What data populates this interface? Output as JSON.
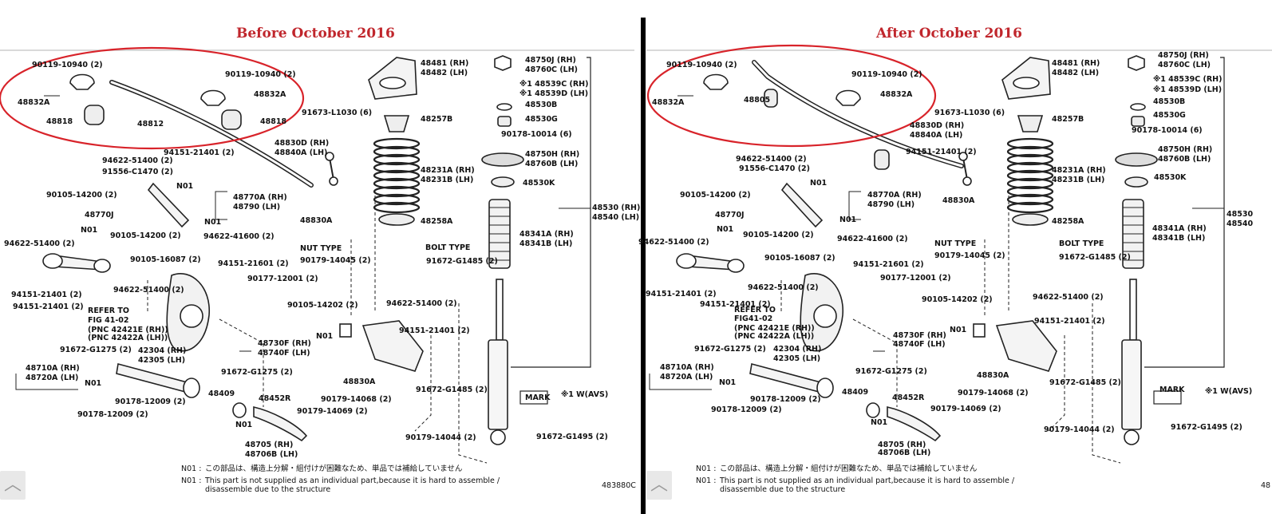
{
  "panels": [
    {
      "heading": "Before October 2016",
      "note_jp_label": "N01 :",
      "note_jp_text": "この部品は、構造上分解・組付けが困難なため、単品では補給していません",
      "note_en_label": "N01 :",
      "note_en_text_1": "This part is not supplied as an individual part,because it is hard to assemble /",
      "note_en_text_2": "disassemble due to the structure",
      "page_number": "483880C",
      "labels": [
        "90119-10940 (2)",
        "48832A",
        "48818",
        "48812",
        "90119-10940 (2)",
        "48832A",
        "48818",
        "48481 (RH)",
        "48482 (LH)",
        "91673-L1030 (6)",
        "48257B",
        "48830D (RH)",
        "48840A (LH)",
        "48231A (RH)",
        "48231B (LH)",
        "48750J (RH)",
        "48760C (LH)",
        "※1 48539C (RH)",
        "※1 48539D (LH)",
        "48530B",
        "48530G",
        "90178-10014 (6)",
        "48750H (RH)",
        "48760B (LH)",
        "48530K",
        "48530 (RH)",
        "48540 (LH)",
        "94151-21401 (2)",
        "94622-51400 (2)",
        "91556-C1470 (2)",
        "N01",
        "48770A (RH)",
        "48790 (LH)",
        "N01",
        "90105-14200 (2)",
        "48770J",
        "N01",
        "48830A",
        "48258A",
        "48341A (RH)",
        "48341B (LH)",
        "94622-51400 (2)",
        "90105-14200 (2)",
        "94622-41600 (2)",
        "90105-16087 (2)",
        "94151-21601 (2)",
        "NUT TYPE",
        "90179-14045 (2)",
        "BOLT TYPE",
        "91672-G1485 (2)",
        "94151-21401 (2)",
        "94151-21401 (2)",
        "94622-51400 (2)",
        "90177-12001 (2)",
        "REFER TO",
        "FIG 41-02",
        "(PNC 42421E (RH))",
        "(PNC 42422A (LH))",
        "90105-14202 (2)",
        "94622-51400 (2)",
        "94151-21401 (2)",
        "N01",
        "91672-G1275 (2)",
        "42304 (RH)",
        "42305 (LH)",
        "48730F (RH)",
        "48740F (LH)",
        "48710A (RH)",
        "48720A (LH)",
        "N01",
        "91672-G1275 (2)",
        "48830A",
        "90178-12009 (2)",
        "90178-12009 (2)",
        "48409",
        "48452R",
        "90179-14069 (2)",
        "90179-14068 (2)",
        "91672-G1485 (2)",
        "MARK",
        "※1 W(AVS)",
        "N01",
        "48705 (RH)",
        "48706B (LH)",
        "90179-14044 (2)",
        "91672-G1495 (2)"
      ]
    },
    {
      "heading": "After October 2016",
      "note_jp_label": "N01 :",
      "note_jp_text": "この部品は、構造上分解・組付けが困難なため、単品では補給していません",
      "note_en_label": "N01 :",
      "note_en_text_1": "This part is not supplied as an individual part,because it is hard to assemble /",
      "note_en_text_2": "disassemble due to the structure",
      "page_number": "48",
      "labels": [
        "90119-10940 (2)",
        "48832A",
        "48805",
        "90119-10940 (2)",
        "48832A",
        "48481 (RH)",
        "48482 (LH)",
        "91673-L1030 (6)",
        "48257B",
        "48830D (RH)",
        "48840A (LH)",
        "48231A (RH)",
        "48231B (LH)",
        "48750J (RH)",
        "48760C (LH)",
        "※1 48539C (RH)",
        "※1 48539D (LH)",
        "48530B",
        "48530G",
        "90178-10014 (6)",
        "48750H (RH)",
        "48760B (LH)",
        "48530K",
        "48530",
        "48540",
        "94151-21401 (2)",
        "94622-51400 (2)",
        "91556-C1470 (2)",
        "N01",
        "48770A (RH)",
        "48790 (LH)",
        "N01",
        "90105-14200 (2)",
        "48770J",
        "N01",
        "48830A",
        "48258A",
        "48341A (RH)",
        "48341B (LH)",
        "94622-51400 (2)",
        "90105-14200 (2)",
        "94622-41600 (2)",
        "90105-16087 (2)",
        "94151-21601 (2)",
        "NUT TYPE",
        "90179-14045 (2)",
        "BOLT TYPE",
        "91672-G1485 (2)",
        "94151-21401 (2)",
        "94151-21401 (2)",
        "94622-51400 (2)",
        "90177-12001 (2)",
        "REFER TO",
        "FIG41-02",
        "(PNC 42421E (RH))",
        "(PNC 42422A (LH))",
        "90105-14202 (2)",
        "94622-51400 (2)",
        "94151-21401 (2)",
        "N01",
        "91672-G1275 (2)",
        "42304 (RH)",
        "42305 (LH)",
        "48730F (RH)",
        "48740F (LH)",
        "48710A (RH)",
        "48720A (LH)",
        "N01",
        "91672-G1275 (2)",
        "48830A",
        "90178-12009 (2)",
        "90178-12009 (2)",
        "48409",
        "48452R",
        "90179-14069 (2)",
        "90179-14068 (2)",
        "91672-G1485 (2)",
        "MARK",
        "※1 W(AVS)",
        "N01",
        "48705 (RH)",
        "48706B (LH)",
        "90179-14044 (2)",
        "91672-G1495 (2)"
      ]
    }
  ],
  "scroll_up_icon": "chevron-up-icon",
  "colors": {
    "heading": "#c0262c",
    "circle": "#d8232a",
    "divider": "#000000",
    "parts": "#222222"
  }
}
